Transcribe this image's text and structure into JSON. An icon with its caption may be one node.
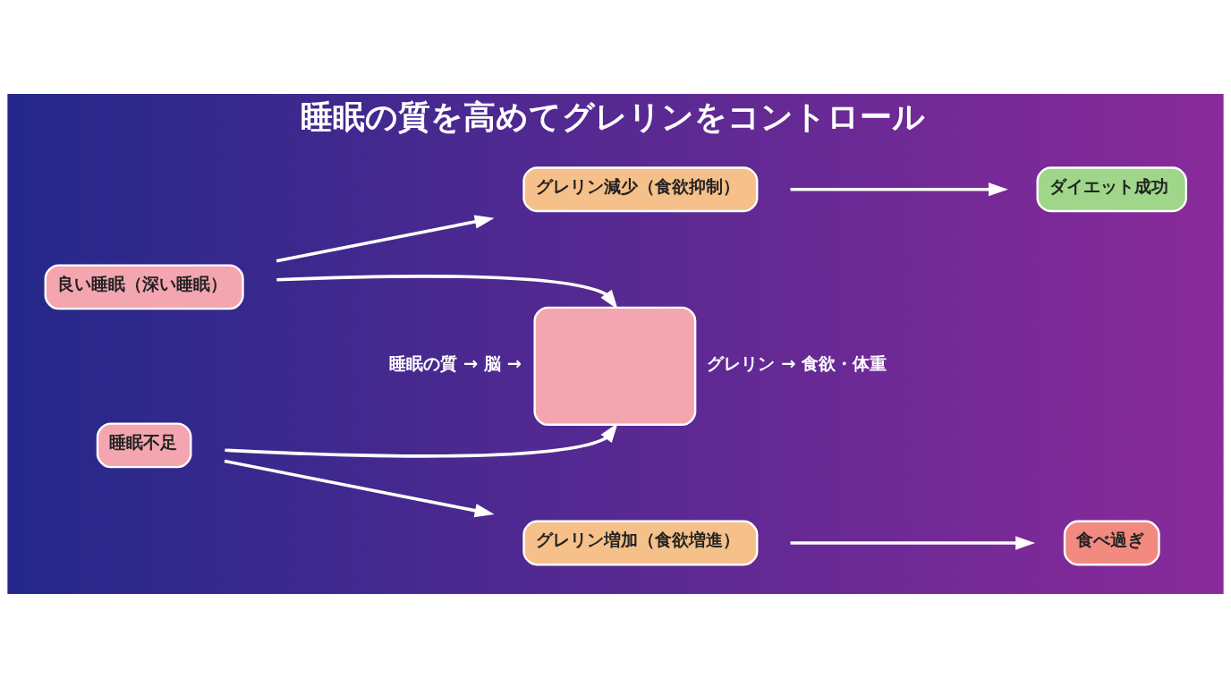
{
  "diagram": {
    "title": "睡眠の質を高めてグレリンをコントロール",
    "nodes": [
      {
        "text": [
          "良い睡眠（深い睡眠）"
        ]
      },
      {
        "text": [
          "グレリン減少（食欲抑制）"
        ]
      },
      {
        "text": [
          "ダイエット成功"
        ]
      },
      {
        "text": [],
        "shape": "box",
        "beside": [
          "睡眠の質 → 脳 →",
          "グレリン → 食欲・体重"
        ]
      },
      {
        "text": [
          "睡眠不足"
        ]
      },
      {
        "text": [
          "グレリン増加（食欲増進）"
        ]
      },
      {
        "text": [
          "食べ過ぎ"
        ]
      }
    ],
    "edges": [
      {
        "from": 0,
        "to": 1,
        "arrow": "to"
      },
      {
        "from": 1,
        "to": 2,
        "arrow": "to"
      },
      {
        "from": 0,
        "to": 3,
        "arrow": "to"
      },
      {
        "from": 4,
        "to": 3,
        "arrow": "to"
      },
      {
        "from": 4,
        "to": 5,
        "arrow": "to"
      },
      {
        "from": 5,
        "to": 6,
        "arrow": "to"
      }
    ]
  }
}
